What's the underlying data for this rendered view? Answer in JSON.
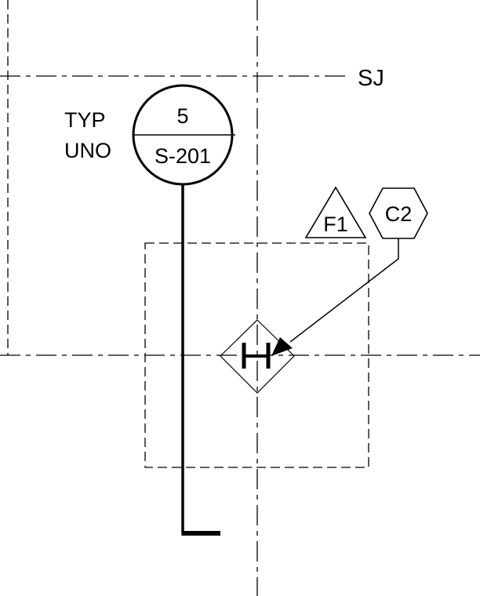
{
  "drawing": {
    "grid_label": "SJ",
    "section_callout": {
      "note_line1": "TYP",
      "note_line2": "UNO",
      "detail_number": "5",
      "sheet_number": "S-201"
    },
    "footing_tag": "F1",
    "column_tag": "C2",
    "column_symbol": "H"
  },
  "colors": {
    "line": "#000000",
    "background": "#ffffff"
  }
}
